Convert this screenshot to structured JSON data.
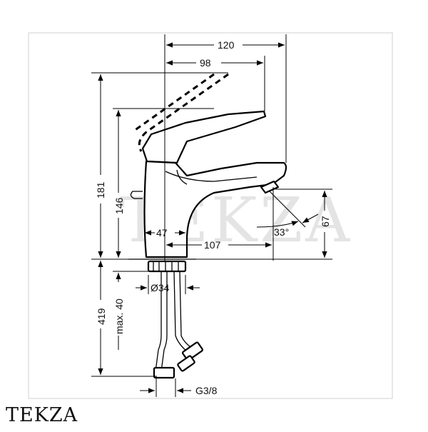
{
  "watermark": "TEKZA",
  "brand": "TEKZA",
  "dimensions": {
    "total_depth": "120",
    "spout_reach": "98",
    "total_height": "181",
    "spout_height": "146",
    "body_offset": "47",
    "spout_length": "107",
    "outlet_height": "67",
    "outlet_angle": "33°",
    "connection_length": "419",
    "deck_thickness": "max. 40",
    "shank_diameter": "Ø34",
    "thread": "G3/8"
  }
}
